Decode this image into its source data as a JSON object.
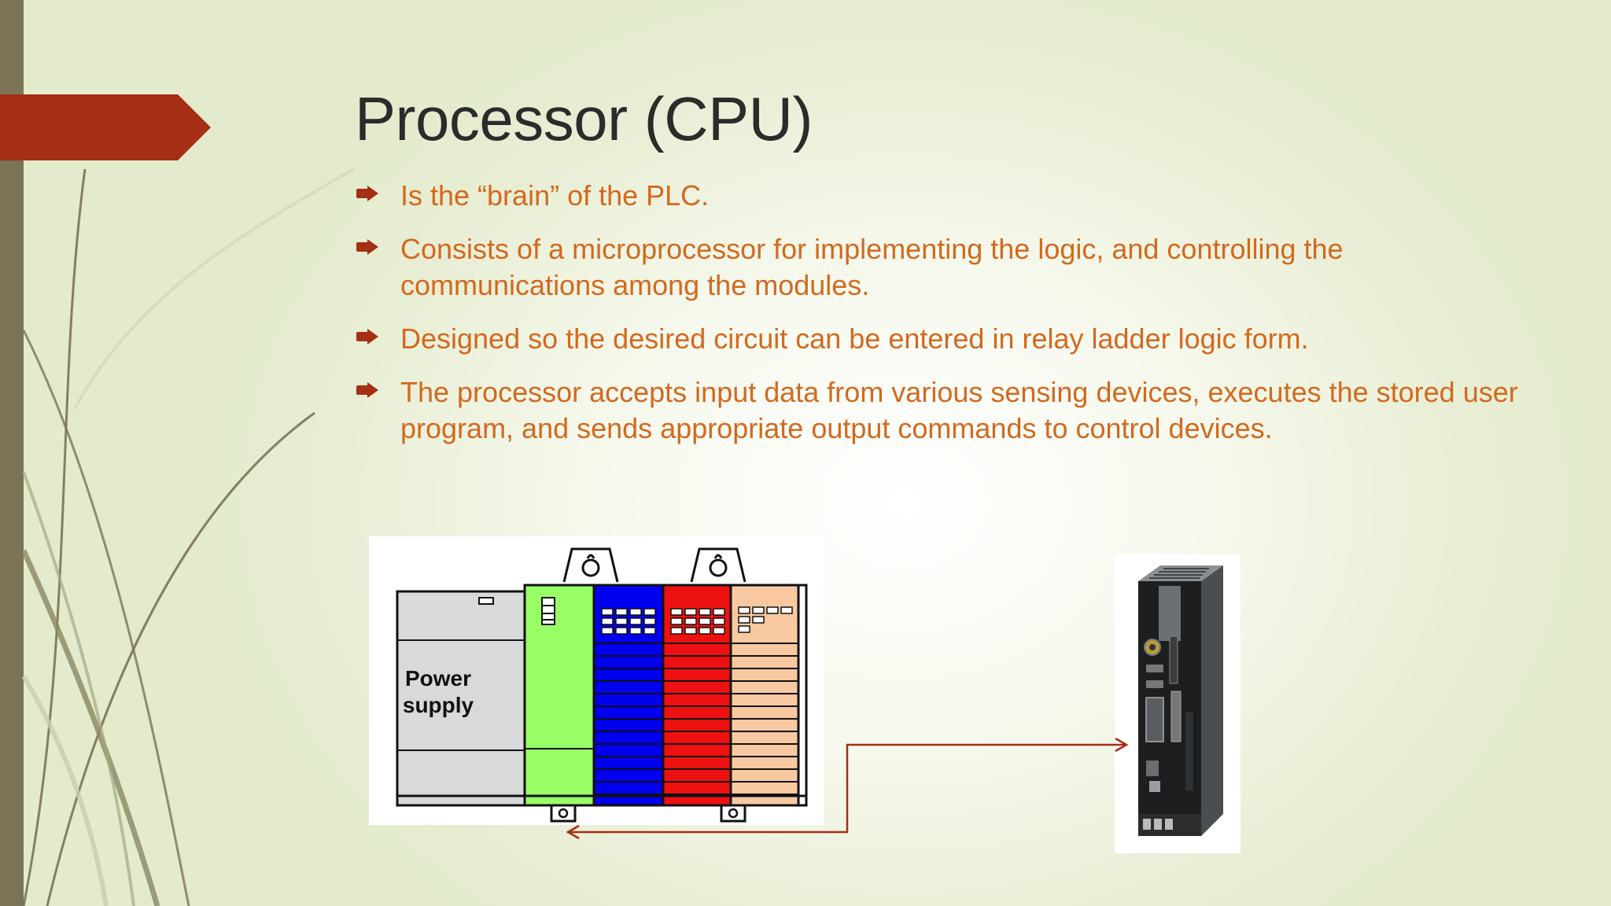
{
  "slide": {
    "title": "Processor (CPU)",
    "bullets": [
      "Is the “brain” of the PLC.",
      "Consists of a microprocessor for implementing the logic, and controlling the communications  among the modules.",
      "Designed so the desired circuit can be entered in relay ladder logic form.",
      "The processor accepts input data from various sensing devices, executes the stored user program, and sends  appropriate output commands to control devices."
    ],
    "plc_diagram": {
      "power_supply_label": "Power supply"
    }
  },
  "colors": {
    "accent": "#a52e14",
    "bullet_text": "#d2691e",
    "title_text": "#2b2b2b",
    "sidebar": "#7a7356",
    "cpu_module": "#99ff66",
    "input_module": "#0000ee",
    "output_module": "#ee1111",
    "io_module": "#f8c9a0"
  },
  "icons": {
    "bullet": "arrow-bullet-icon",
    "tab": "arrow-tab-icon"
  }
}
